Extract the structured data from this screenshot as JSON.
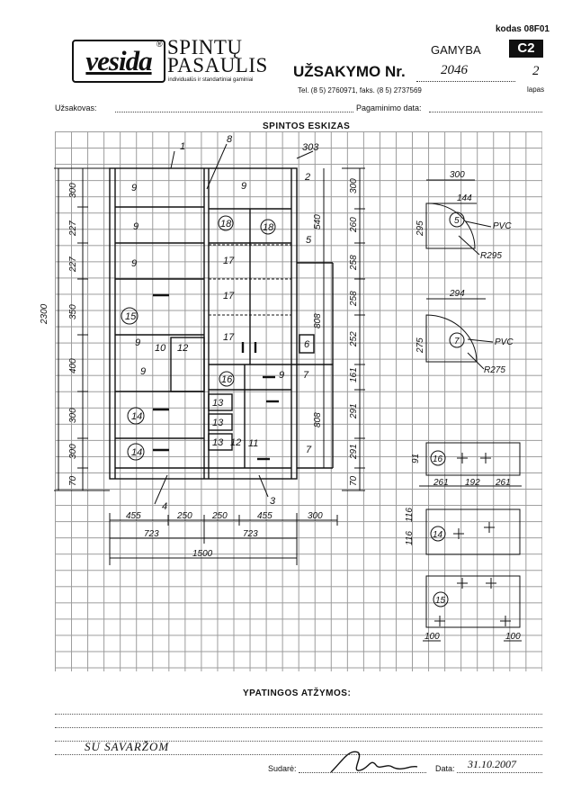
{
  "header": {
    "kodas": "kodas 08F01",
    "logo_text": "vesida",
    "logo_reg": "®",
    "brand_line1": "SPINTŲ",
    "brand_line2": "PASAULIS",
    "brand_sub": "individualūs ir standartiniai gaminiai",
    "gamyba": "GAMYBA",
    "code_badge": "C2",
    "order_title": "UŽSAKYMO Nr.",
    "order_number": "2046",
    "page_number": "2",
    "page_label": "lapas",
    "tel": "Tel. (8 5) 2760971, faks. (8 5) 2737569"
  },
  "fields": {
    "uzsakovas_label": "Užsakovas:",
    "pagaminimo_label": "Pagaminimo data:"
  },
  "sketch": {
    "title": "SPINTOS ESKIZAS",
    "total_height": "2300",
    "left_dims": [
      "300",
      "227",
      "227",
      "350",
      "400",
      "300",
      "300",
      "70"
    ],
    "right_dims": [
      "300",
      "260",
      "258",
      "258",
      "252",
      "161",
      "291",
      "291",
      "70"
    ],
    "inner_dims": [
      "540",
      "808",
      "808"
    ],
    "bottom_dims": [
      "455",
      "250",
      "250",
      "455",
      "300"
    ],
    "half_dims": [
      "723",
      "723"
    ],
    "overall_width": "1500",
    "top_label": "303",
    "part_labels": [
      "1",
      "8",
      "2",
      "9",
      "9",
      "9",
      "9",
      "15",
      "9",
      "10",
      "12",
      "9",
      "14",
      "14",
      "18",
      "18",
      "17",
      "17",
      "17",
      "16",
      "9",
      "13",
      "13",
      "13",
      "12",
      "12",
      "11",
      "7",
      "7",
      "6",
      "5",
      "4",
      "3"
    ],
    "side_details": {
      "d5": {
        "width": "300",
        "thick": "144",
        "height": "295",
        "radius": "R295",
        "edge": "PVC",
        "num": "5"
      },
      "d7": {
        "width": "294",
        "height": "275",
        "radius": "R275",
        "edge": "PVC",
        "num": "7"
      },
      "d16": {
        "num": "16",
        "h": "91",
        "w1": "261",
        "w2": "192",
        "w3": "261"
      },
      "d14": {
        "num": "14",
        "h1": "116",
        "h2": "116"
      },
      "d15": {
        "num": "15",
        "w1": "100",
        "w2": "100"
      }
    }
  },
  "remarks": {
    "title": "YPATINGOS ATŽYMOS:",
    "note": "SU SAVARŽOM",
    "sudare_label": "Sudarė:",
    "data_label": "Data:",
    "date_value": "31.10.2007"
  }
}
